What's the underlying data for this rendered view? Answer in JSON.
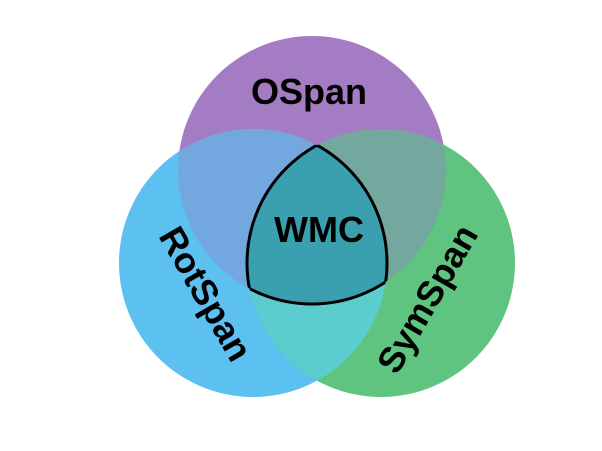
{
  "diagram": {
    "sets": [
      {
        "id": "ospan",
        "label": "OSpan",
        "color": "#a47cc4"
      },
      {
        "id": "rotspan",
        "label": "RotSpan",
        "color": "#5cc0f0"
      },
      {
        "id": "symspan",
        "label": "SymSpan",
        "color": "#5fc47f"
      }
    ],
    "intersection": {
      "label": "WMC",
      "color": "#3aa0b0"
    },
    "region_colors": {
      "ospan_rotspan": "#73a7df",
      "ospan_symspan": "#74a89e",
      "rotspan_symspan": "#5ccdce"
    }
  }
}
